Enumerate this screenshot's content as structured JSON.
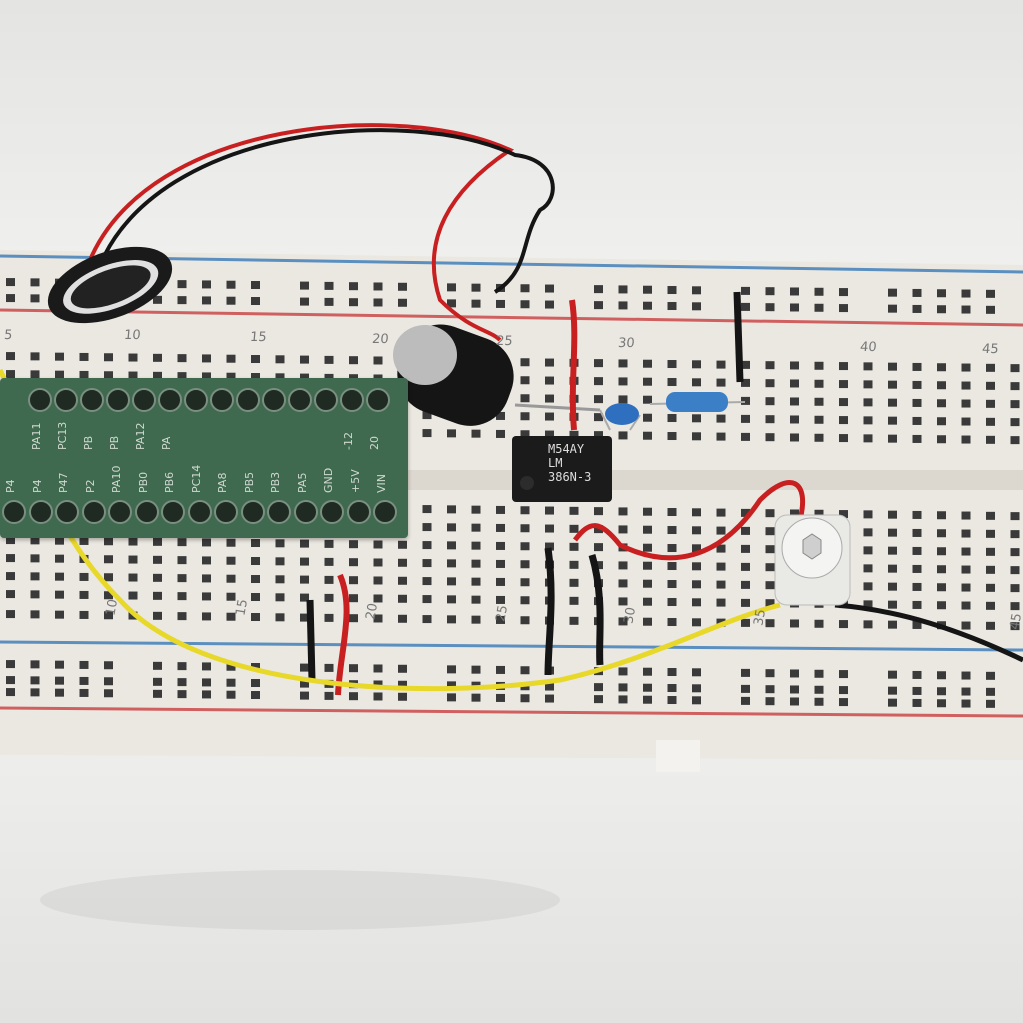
{
  "scene": {
    "description_free": true,
    "breadboard": {
      "top_column_numbers": [
        "5",
        "10",
        "15",
        "20",
        "25",
        "30",
        "40",
        "45"
      ],
      "bottom_column_numbers": [
        "10",
        "15",
        "20",
        "25",
        "30",
        "35",
        "45"
      ]
    },
    "chip": {
      "line1": "M54AY",
      "line2": "LM",
      "line3": "386N-3"
    },
    "module": {
      "top_pins": [
        "PA11",
        "PC13",
        "PB",
        "PB",
        "PA12",
        "PA",
        "",
        "",
        "",
        "",
        "",
        "",
        "-12",
        "20"
      ],
      "bottom_pins": [
        "P4",
        "P4",
        "P47",
        "P2",
        "PA10",
        "PB0",
        "PB6",
        "PC14",
        "PA8",
        "PB5",
        "PB3",
        "PA5",
        "GND",
        "+5V",
        "VIN"
      ]
    },
    "colors": {
      "pcb": "#3f6a4f",
      "wire_red": "#c82020",
      "wire_black": "#151515",
      "wire_yellow": "#e8d82a",
      "rail_blue": "#5a8fc0",
      "rail_red": "#d06060"
    }
  }
}
